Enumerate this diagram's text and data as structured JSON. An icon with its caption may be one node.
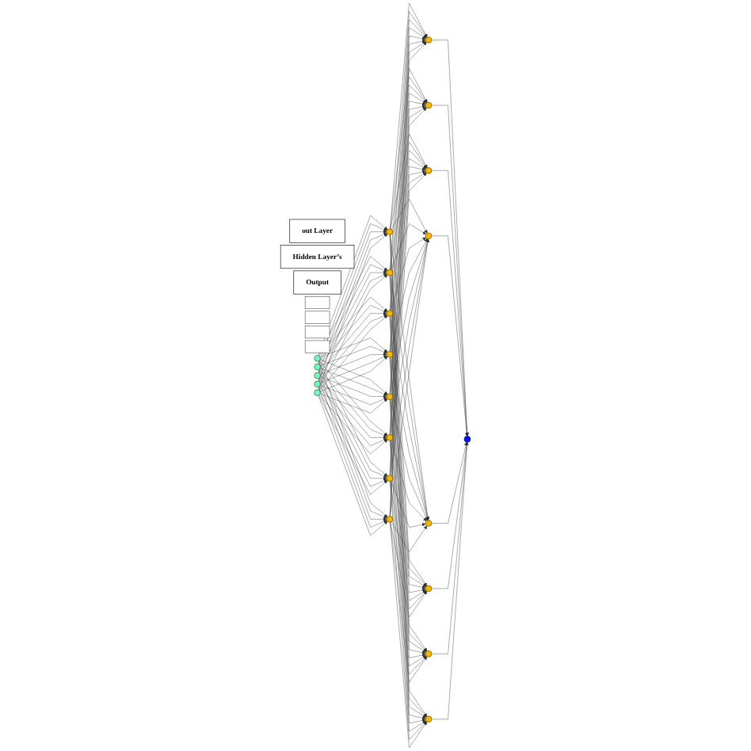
{
  "diagram": {
    "nodes": [
      {
        "text": [
          "out Layer"
        ]
      },
      {
        "text": [
          "Hidden Layer’s"
        ]
      },
      {
        "text": [
          "Output"
        ]
      },
      {
        "text": [],
        "shape": "box"
      },
      {
        "text": [],
        "shape": "box"
      },
      {
        "text": [],
        "shape": "box"
      },
      {
        "text": [],
        "shape": "box"
      },
      {
        "text": [],
        "shape": "circle"
      },
      {
        "text": [],
        "shape": "circle"
      },
      {
        "text": [],
        "shape": "circle"
      },
      {
        "text": [],
        "shape": "circle"
      },
      {
        "text": [],
        "shape": "circle"
      },
      {
        "text": [],
        "shape": "circle"
      },
      {
        "text": [],
        "shape": "circle"
      },
      {
        "text": [],
        "shape": "circle"
      },
      {
        "text": [],
        "shape": "circle"
      },
      {
        "text": [],
        "shape": "circle"
      },
      {
        "text": [],
        "shape": "circle"
      },
      {
        "text": [],
        "shape": "circle"
      },
      {
        "text": [],
        "shape": "circle"
      },
      {
        "text": [],
        "shape": "circle"
      },
      {
        "text": [],
        "shape": "circle"
      },
      {
        "text": [],
        "shape": "circle"
      },
      {
        "text": [],
        "shape": "circle"
      },
      {
        "text": [],
        "shape": "circle"
      },
      {
        "text": [],
        "shape": "circle"
      },
      {
        "text": [],
        "shape": "circle"
      },
      {
        "text": [],
        "shape": "circle"
      },
      {
        "text": [],
        "shape": "circle"
      }
    ],
    "edges": [
      {
        "from": 7,
        "to": 12,
        "arrow": "to"
      },
      {
        "from": 7,
        "to": 13,
        "arrow": "to"
      },
      {
        "from": 7,
        "to": 14,
        "arrow": "to"
      },
      {
        "from": 7,
        "to": 15,
        "arrow": "to"
      },
      {
        "from": 7,
        "to": 16,
        "arrow": "to"
      },
      {
        "from": 7,
        "to": 17,
        "arrow": "to"
      },
      {
        "from": 7,
        "to": 18,
        "arrow": "to"
      },
      {
        "from": 7,
        "to": 19,
        "arrow": "to"
      },
      {
        "from": 8,
        "to": 12,
        "arrow": "to"
      },
      {
        "from": 8,
        "to": 13,
        "arrow": "to"
      },
      {
        "from": 8,
        "to": 14,
        "arrow": "to"
      },
      {
        "from": 8,
        "to": 15,
        "arrow": "to"
      },
      {
        "from": 8,
        "to": 16,
        "arrow": "to"
      },
      {
        "from": 8,
        "to": 17,
        "arrow": "to"
      },
      {
        "from": 8,
        "to": 18,
        "arrow": "to"
      },
      {
        "from": 8,
        "to": 19,
        "arrow": "to"
      },
      {
        "from": 9,
        "to": 12,
        "arrow": "to"
      },
      {
        "from": 9,
        "to": 13,
        "arrow": "to"
      },
      {
        "from": 9,
        "to": 14,
        "arrow": "to"
      },
      {
        "from": 9,
        "to": 15,
        "arrow": "to"
      },
      {
        "from": 9,
        "to": 16,
        "arrow": "to"
      },
      {
        "from": 9,
        "to": 17,
        "arrow": "to"
      },
      {
        "from": 9,
        "to": 18,
        "arrow": "to"
      },
      {
        "from": 9,
        "to": 19,
        "arrow": "to"
      },
      {
        "from": 10,
        "to": 12,
        "arrow": "to"
      },
      {
        "from": 10,
        "to": 13,
        "arrow": "to"
      },
      {
        "from": 10,
        "to": 14,
        "arrow": "to"
      },
      {
        "from": 10,
        "to": 15,
        "arrow": "to"
      },
      {
        "from": 10,
        "to": 16,
        "arrow": "to"
      },
      {
        "from": 10,
        "to": 17,
        "arrow": "to"
      },
      {
        "from": 10,
        "to": 18,
        "arrow": "to"
      },
      {
        "from": 10,
        "to": 19,
        "arrow": "to"
      },
      {
        "from": 11,
        "to": 12,
        "arrow": "to"
      },
      {
        "from": 11,
        "to": 13,
        "arrow": "to"
      },
      {
        "from": 11,
        "to": 14,
        "arrow": "to"
      },
      {
        "from": 11,
        "to": 15,
        "arrow": "to"
      },
      {
        "from": 11,
        "to": 16,
        "arrow": "to"
      },
      {
        "from": 11,
        "to": 17,
        "arrow": "to"
      },
      {
        "from": 11,
        "to": 18,
        "arrow": "to"
      },
      {
        "from": 11,
        "to": 19,
        "arrow": "to"
      },
      {
        "from": 12,
        "to": 20,
        "arrow": "to"
      },
      {
        "from": 12,
        "to": 21,
        "arrow": "to"
      },
      {
        "from": 12,
        "to": 22,
        "arrow": "to"
      },
      {
        "from": 12,
        "to": 23,
        "arrow": "to"
      },
      {
        "from": 12,
        "to": 24,
        "arrow": "to"
      },
      {
        "from": 12,
        "to": 25,
        "arrow": "to"
      },
      {
        "from": 12,
        "to": 26,
        "arrow": "to"
      },
      {
        "from": 12,
        "to": 27,
        "arrow": "to"
      },
      {
        "from": 13,
        "to": 20,
        "arrow": "to"
      },
      {
        "from": 13,
        "to": 21,
        "arrow": "to"
      },
      {
        "from": 13,
        "to": 22,
        "arrow": "to"
      },
      {
        "from": 13,
        "to": 23,
        "arrow": "to"
      },
      {
        "from": 13,
        "to": 24,
        "arrow": "to"
      },
      {
        "from": 13,
        "to": 25,
        "arrow": "to"
      },
      {
        "from": 13,
        "to": 26,
        "arrow": "to"
      },
      {
        "from": 13,
        "to": 27,
        "arrow": "to"
      },
      {
        "from": 14,
        "to": 20,
        "arrow": "to"
      },
      {
        "from": 14,
        "to": 21,
        "arrow": "to"
      },
      {
        "from": 14,
        "to": 22,
        "arrow": "to"
      },
      {
        "from": 14,
        "to": 23,
        "arrow": "to"
      },
      {
        "from": 14,
        "to": 24,
        "arrow": "to"
      },
      {
        "from": 14,
        "to": 25,
        "arrow": "to"
      },
      {
        "from": 14,
        "to": 26,
        "arrow": "to"
      },
      {
        "from": 14,
        "to": 27,
        "arrow": "to"
      },
      {
        "from": 15,
        "to": 20,
        "arrow": "to"
      },
      {
        "from": 15,
        "to": 21,
        "arrow": "to"
      },
      {
        "from": 15,
        "to": 22,
        "arrow": "to"
      },
      {
        "from": 15,
        "to": 23,
        "arrow": "to"
      },
      {
        "from": 15,
        "to": 24,
        "arrow": "to"
      },
      {
        "from": 15,
        "to": 25,
        "arrow": "to"
      },
      {
        "from": 15,
        "to": 26,
        "arrow": "to"
      },
      {
        "from": 15,
        "to": 27,
        "arrow": "to"
      },
      {
        "from": 16,
        "to": 20,
        "arrow": "to"
      },
      {
        "from": 16,
        "to": 21,
        "arrow": "to"
      },
      {
        "from": 16,
        "to": 22,
        "arrow": "to"
      },
      {
        "from": 16,
        "to": 23,
        "arrow": "to"
      },
      {
        "from": 16,
        "to": 24,
        "arrow": "to"
      },
      {
        "from": 16,
        "to": 25,
        "arrow": "to"
      },
      {
        "from": 16,
        "to": 26,
        "arrow": "to"
      },
      {
        "from": 16,
        "to": 27,
        "arrow": "to"
      },
      {
        "from": 17,
        "to": 20,
        "arrow": "to"
      },
      {
        "from": 17,
        "to": 21,
        "arrow": "to"
      },
      {
        "from": 17,
        "to": 22,
        "arrow": "to"
      },
      {
        "from": 17,
        "to": 23,
        "arrow": "to"
      },
      {
        "from": 17,
        "to": 24,
        "arrow": "to"
      },
      {
        "from": 17,
        "to": 25,
        "arrow": "to"
      },
      {
        "from": 17,
        "to": 26,
        "arrow": "to"
      },
      {
        "from": 17,
        "to": 27,
        "arrow": "to"
      },
      {
        "from": 18,
        "to": 20,
        "arrow": "to"
      },
      {
        "from": 18,
        "to": 21,
        "arrow": "to"
      },
      {
        "from": 18,
        "to": 22,
        "arrow": "to"
      },
      {
        "from": 18,
        "to": 23,
        "arrow": "to"
      },
      {
        "from": 18,
        "to": 24,
        "arrow": "to"
      },
      {
        "from": 18,
        "to": 25,
        "arrow": "to"
      },
      {
        "from": 18,
        "to": 26,
        "arrow": "to"
      },
      {
        "from": 18,
        "to": 27,
        "arrow": "to"
      },
      {
        "from": 19,
        "to": 20,
        "arrow": "to"
      },
      {
        "from": 19,
        "to": 21,
        "arrow": "to"
      },
      {
        "from": 19,
        "to": 22,
        "arrow": "to"
      },
      {
        "from": 19,
        "to": 23,
        "arrow": "to"
      },
      {
        "from": 19,
        "to": 24,
        "arrow": "to"
      },
      {
        "from": 19,
        "to": 25,
        "arrow": "to"
      },
      {
        "from": 19,
        "to": 26,
        "arrow": "to"
      },
      {
        "from": 19,
        "to": 27,
        "arrow": "to"
      },
      {
        "from": 20,
        "to": 28,
        "arrow": "to"
      },
      {
        "from": 21,
        "to": 28,
        "arrow": "to"
      },
      {
        "from": 22,
        "to": 28,
        "arrow": "to"
      },
      {
        "from": 23,
        "to": 28,
        "arrow": "to"
      },
      {
        "from": 24,
        "to": 28,
        "arrow": "to"
      },
      {
        "from": 25,
        "to": 28,
        "arrow": "to"
      },
      {
        "from": 26,
        "to": 28,
        "arrow": "to"
      },
      {
        "from": 27,
        "to": 28,
        "arrow": "to"
      }
    ]
  }
}
